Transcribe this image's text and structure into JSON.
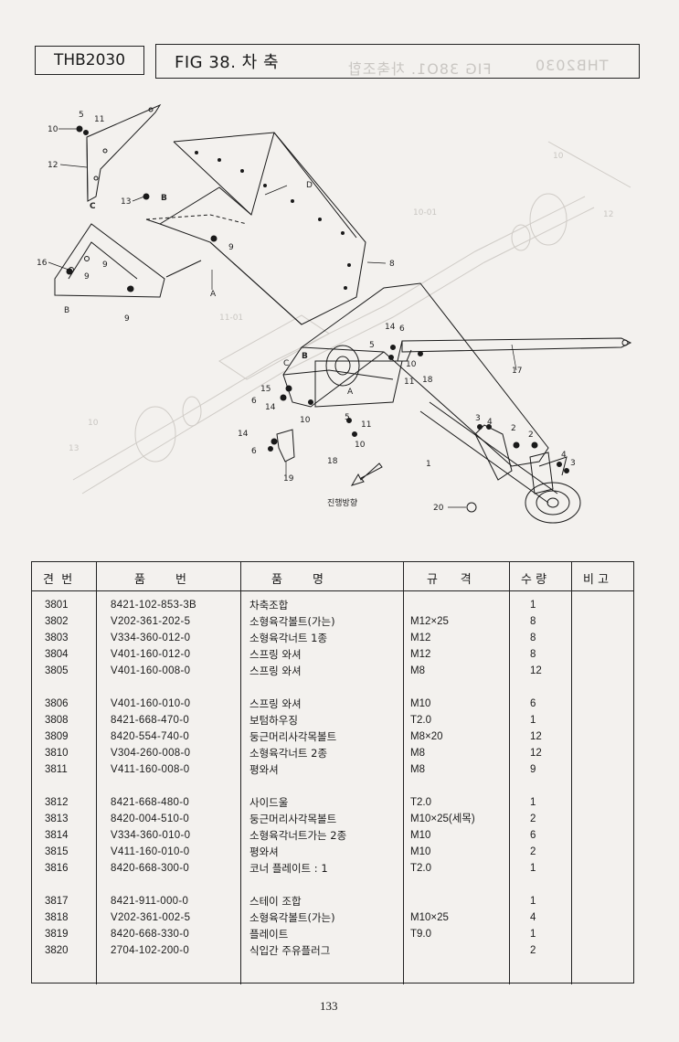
{
  "header": {
    "model": "THB2030",
    "figure_title": "FIG 38. 차 축",
    "ghost_model": "THB2030",
    "ghost_figure": "FIG 38O1. 차축조합"
  },
  "diagram": {
    "direction_label": "진행방향",
    "callouts": [
      "1",
      "2",
      "3",
      "4",
      "5",
      "6",
      "8",
      "9",
      "10",
      "11",
      "12",
      "13",
      "14",
      "15",
      "16",
      "17",
      "18",
      "19",
      "20",
      "A",
      "B",
      "C",
      "D"
    ]
  },
  "table": {
    "headers": {
      "no": "견  번",
      "part_no": "품        번",
      "name": "품        명",
      "spec": "규      격",
      "qty": "수 량",
      "remark": "비 고"
    },
    "rows": [
      {
        "no": "3801",
        "part_no": "8421-102-853-3B",
        "name": "차축조합",
        "spec": "",
        "qty": "1"
      },
      {
        "no": "3802",
        "part_no": "V202-361-202-5",
        "name": "소형육각볼트(가는)",
        "spec": "M12×25",
        "qty": "8"
      },
      {
        "no": "3803",
        "part_no": "V334-360-012-0",
        "name": "소형육각너트 1종",
        "spec": "M12",
        "qty": "8"
      },
      {
        "no": "3804",
        "part_no": "V401-160-012-0",
        "name": "스프링 와셔",
        "spec": "M12",
        "qty": "8"
      },
      {
        "no": "3805",
        "part_no": "V401-160-008-0",
        "name": "스프링 와셔",
        "spec": "M8",
        "qty": "12"
      },
      {
        "no": "3806",
        "part_no": "V401-160-010-0",
        "name": "스프링 와셔",
        "spec": "M10",
        "qty": "6"
      },
      {
        "no": "3808",
        "part_no": "8421-668-470-0",
        "name": "보텀하우징",
        "spec": "T2.0",
        "qty": "1"
      },
      {
        "no": "3809",
        "part_no": "8420-554-740-0",
        "name": "둥근머리사각목볼트",
        "spec": "M8×20",
        "qty": "12"
      },
      {
        "no": "3810",
        "part_no": "V304-260-008-0",
        "name": "소형육각너트 2종",
        "spec": "M8",
        "qty": "12"
      },
      {
        "no": "3811",
        "part_no": "V411-160-008-0",
        "name": "평와셔",
        "spec": "M8",
        "qty": "9"
      },
      {
        "no": "3812",
        "part_no": "8421-668-480-0",
        "name": "사이드울",
        "spec": "T2.0",
        "qty": "1"
      },
      {
        "no": "3813",
        "part_no": "8420-004-510-0",
        "name": "둥근머리사각목볼트",
        "spec": "M10×25(세목)",
        "qty": "2"
      },
      {
        "no": "3814",
        "part_no": "V334-360-010-0",
        "name": "소형육각너트가는 2종",
        "spec": "M10",
        "qty": "6"
      },
      {
        "no": "3815",
        "part_no": "V411-160-010-0",
        "name": "평와셔",
        "spec": "M10",
        "qty": "2"
      },
      {
        "no": "3816",
        "part_no": "8420-668-300-0",
        "name": "코너 플레이트 : 1",
        "spec": "T2.0",
        "qty": "1"
      },
      {
        "no": "3817",
        "part_no": "8421-911-000-0",
        "name": "스테이 조합",
        "spec": "",
        "qty": "1"
      },
      {
        "no": "3818",
        "part_no": "V202-361-002-5",
        "name": "소형육각볼트(가는)",
        "spec": "M10×25",
        "qty": "4"
      },
      {
        "no": "3819",
        "part_no": "8420-668-330-0",
        "name": "플레이트",
        "spec": "T9.0",
        "qty": "1"
      },
      {
        "no": "3820",
        "part_no": "2704-102-200-0",
        "name": "식입간 주유플러그",
        "spec": "",
        "qty": "2"
      }
    ]
  },
  "page_number": "133"
}
